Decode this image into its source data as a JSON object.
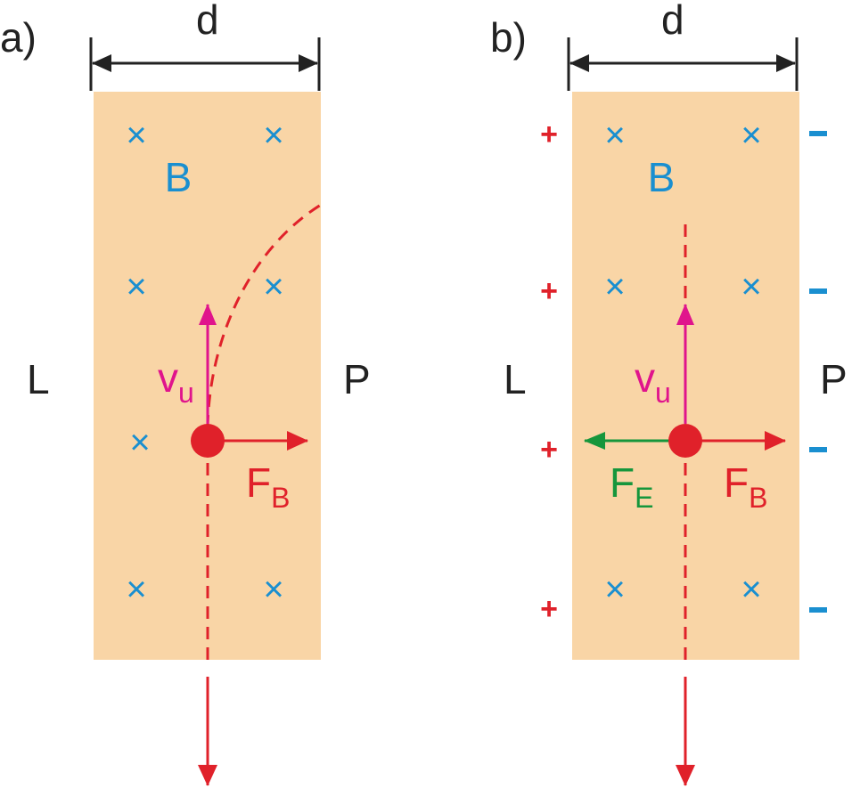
{
  "panels": [
    {
      "panel_label": "a)",
      "width_label": "d",
      "field_label": "B",
      "left_label": "L",
      "right_label": "P",
      "velocity_label": "v",
      "velocity_sub": "u",
      "magnetic_force_label": "F",
      "magnetic_force_sub": "B",
      "cross_symbol": "×"
    },
    {
      "panel_label": "b)",
      "width_label": "d",
      "field_label": "B",
      "left_label": "L",
      "right_label": "P",
      "velocity_label": "v",
      "velocity_sub": "u",
      "magnetic_force_label": "F",
      "magnetic_force_sub": "B",
      "electric_force_label": "F",
      "electric_force_sub": "E",
      "cross_symbol": "×",
      "plus_symbol": "+",
      "minus_symbol": "-"
    }
  ],
  "colors": {
    "strip": "#f9d5a6",
    "field": "#1a8fd0",
    "particle": "#e0212a",
    "velocity": "#e0148c",
    "electric_force": "#16963c",
    "dimension": "#222222"
  }
}
